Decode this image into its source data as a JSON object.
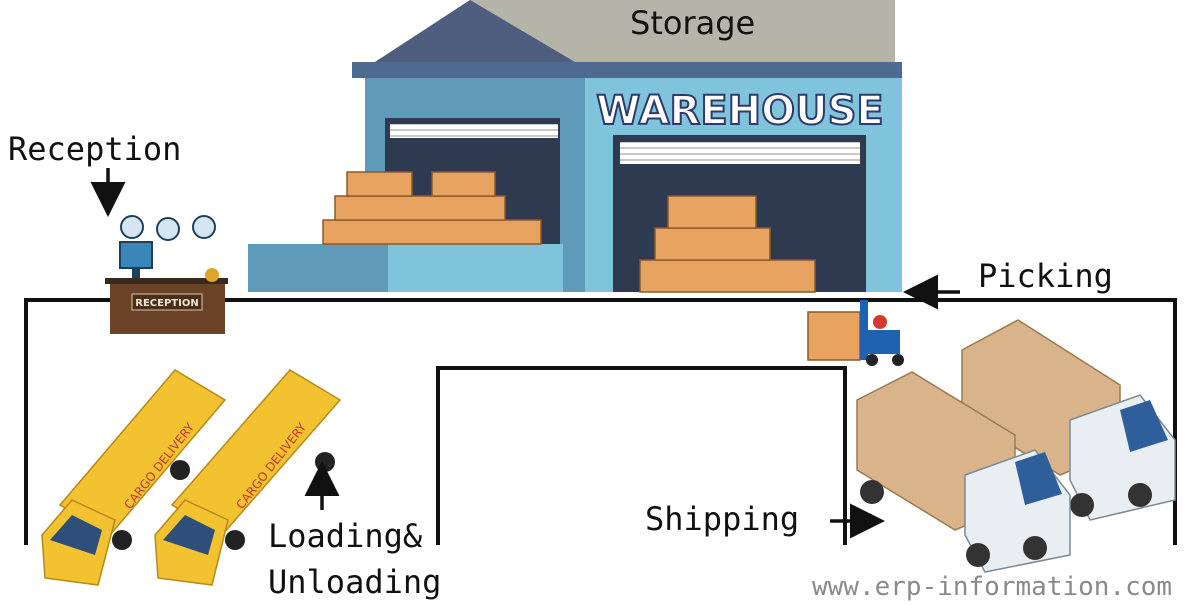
{
  "labels": {
    "storage": "Storage",
    "reception": "Reception",
    "picking": "Picking",
    "loading_line1": "Loading&",
    "loading_line2": "Unloading",
    "shipping": "Shipping",
    "watermark": "www.erp-information.com"
  },
  "signage": {
    "warehouse": "WAREHOUSE",
    "reception_desk": "RECEPTION",
    "truck_brand": "CARGO DELIVERY"
  },
  "colors": {
    "roof": "#b5b4a8",
    "roof_dark": "#4f5d7e",
    "building": "#7fb9d0",
    "building_dark": "#5f9bb8",
    "box": "#e8a25f",
    "truck_yellow": "#f2c230",
    "truck_cargo": "#d9b48a",
    "cab": "#e8eef2",
    "line": "#111111"
  }
}
